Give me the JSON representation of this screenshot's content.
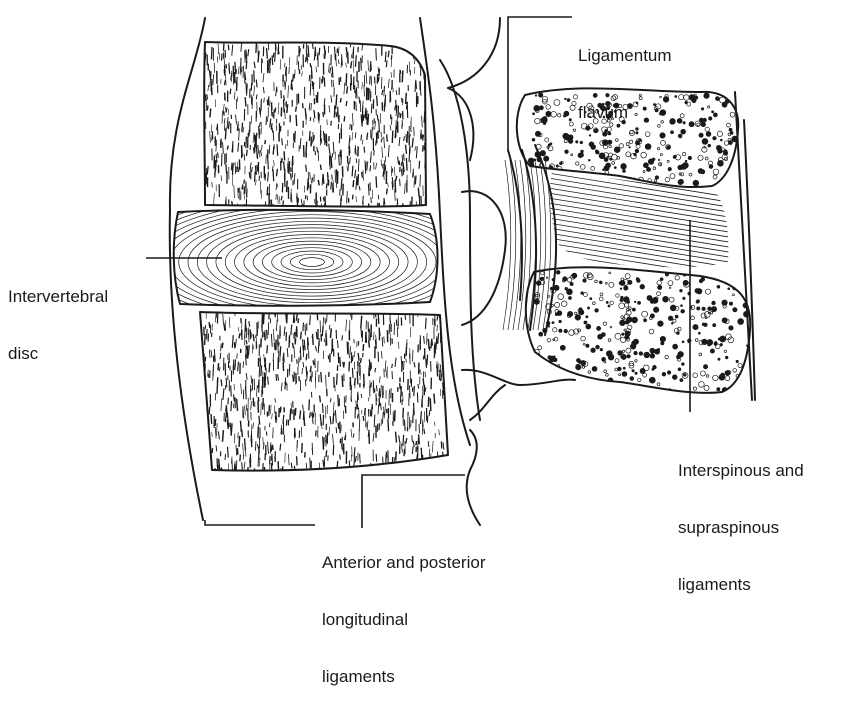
{
  "labels": {
    "ligamentum_flavum_1": "Ligamentum",
    "ligamentum_flavum_2": "flavum",
    "intervertebral_disc_1": "Intervertebral",
    "intervertebral_disc_2": "disc",
    "interspinous_1": "Interspinous and",
    "interspinous_2": "supraspinous",
    "interspinous_3": "ligaments",
    "longitudinal_1": "Anterior and posterior",
    "longitudinal_2": "longitudinal",
    "longitudinal_3": "ligaments"
  },
  "colors": {
    "ink": "#1a1a1a",
    "paper": "#ffffff"
  }
}
